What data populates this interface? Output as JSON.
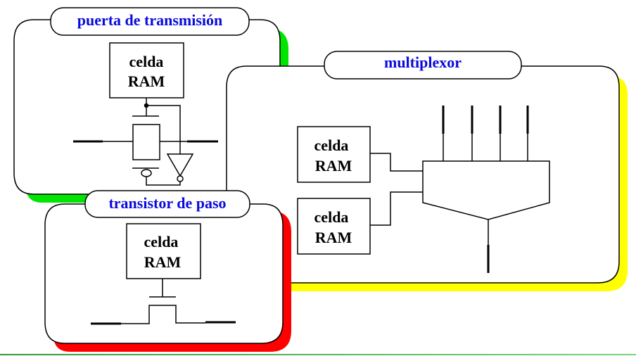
{
  "panels": {
    "transmission_gate": {
      "title": "puerta de transmisión",
      "shadow_color": "#00e600",
      "cell": {
        "line1": "celda",
        "line2": "RAM"
      }
    },
    "multiplexer": {
      "title": "multiplexor",
      "shadow_color": "#ffff00",
      "cells": [
        {
          "line1": "celda",
          "line2": "RAM"
        },
        {
          "line1": "celda",
          "line2": "RAM"
        }
      ]
    },
    "pass_transistor": {
      "title": "transistor de paso",
      "shadow_color": "#ff0000",
      "cell": {
        "line1": "celda",
        "line2": "RAM"
      }
    }
  },
  "colors": {
    "title_text": "#0a0adf",
    "outline": "#000000",
    "bottom_rule": "#4caf50"
  }
}
